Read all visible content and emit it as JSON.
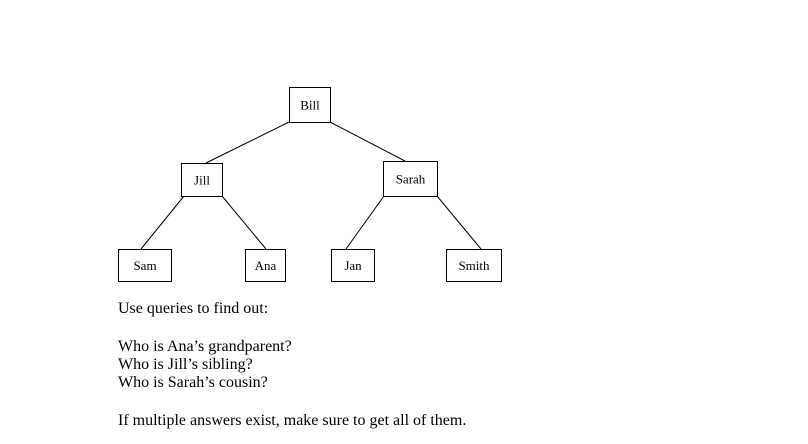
{
  "tree": {
    "nodes": [
      {
        "id": "bill",
        "label": "Bill"
      },
      {
        "id": "jill",
        "label": "Jill"
      },
      {
        "id": "sarah",
        "label": "Sarah"
      },
      {
        "id": "sam",
        "label": "Sam"
      },
      {
        "id": "ana",
        "label": "Ana"
      },
      {
        "id": "jan",
        "label": "Jan"
      },
      {
        "id": "smith",
        "label": "Smith"
      }
    ],
    "edges": [
      [
        "bill",
        "jill"
      ],
      [
        "bill",
        "sarah"
      ],
      [
        "jill",
        "sam"
      ],
      [
        "jill",
        "ana"
      ],
      [
        "sarah",
        "jan"
      ],
      [
        "sarah",
        "smith"
      ]
    ]
  },
  "instructions": {
    "intro": "Use queries to find out:",
    "questions": [
      "Who is Ana’s grandparent?",
      "Who is Jill’s sibling?",
      "Who is Sarah’s cousin?"
    ],
    "note": "If multiple answers exist, make sure to get all of them."
  }
}
